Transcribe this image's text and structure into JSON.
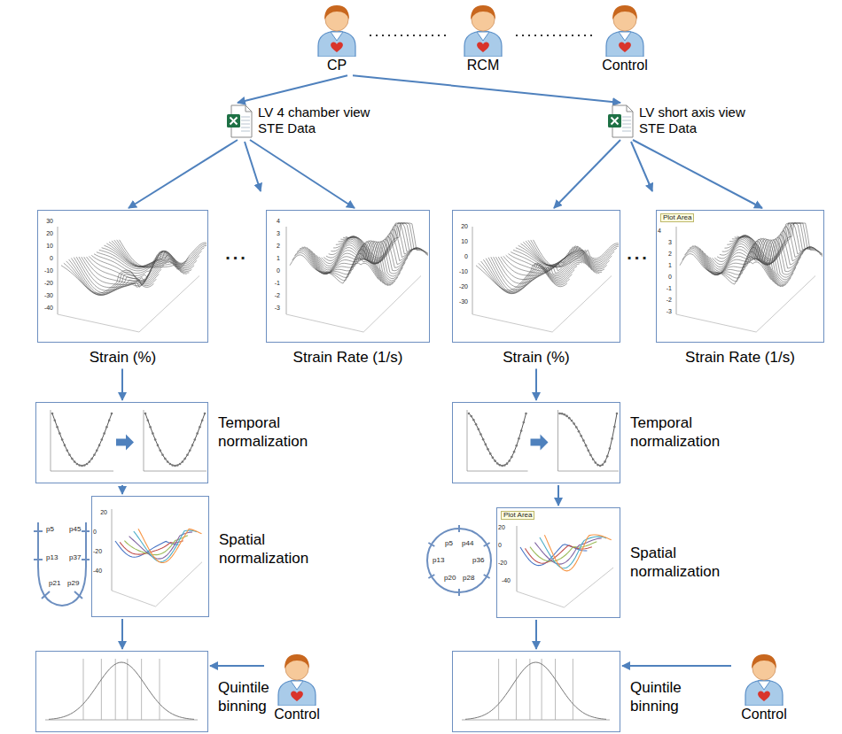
{
  "diagram": {
    "nodes": [
      {
        "text": [
          "CP"
        ]
      },
      {
        "text": [
          "RCM"
        ]
      },
      {
        "text": [
          "Control"
        ]
      },
      {
        "text": [
          "LV 4 chamber view STE Data"
        ]
      },
      {
        "text": [
          "LV short axis view STE Data"
        ]
      },
      {
        "text": [
          "Strain (%)"
        ]
      },
      {
        "text": [
          "Strain Rate (1/s)"
        ]
      },
      {
        "text": [
          "Strain (%)"
        ]
      },
      {
        "text": [
          "Strain Rate (1/s)"
        ]
      },
      {
        "text": [
          "Temporal normalization"
        ]
      },
      {
        "text": [
          "Temporal normalization"
        ]
      },
      {
        "text": [
          "Spatial normalization"
        ]
      },
      {
        "text": [
          "Spatial normalization"
        ]
      },
      {
        "text": [
          "Quintile binning"
        ]
      },
      {
        "text": [
          "Quintile binning"
        ]
      },
      {
        "text": [
          "Control"
        ]
      },
      {
        "text": [
          "Control"
        ]
      }
    ],
    "edges": [
      {
        "from": 0,
        "to": 1,
        "arrow": "none"
      },
      {
        "from": 1,
        "to": 2,
        "arrow": "none"
      },
      {
        "from": 0,
        "to": 3,
        "arrow": "to"
      },
      {
        "from": 0,
        "to": 4,
        "arrow": "to"
      },
      {
        "from": 3,
        "to": 5,
        "arrow": "to"
      },
      {
        "from": 3,
        "to": 6,
        "arrow": "to"
      },
      {
        "from": 4,
        "to": 7,
        "arrow": "to"
      },
      {
        "from": 4,
        "to": 8,
        "arrow": "to"
      },
      {
        "from": 5,
        "to": 9,
        "arrow": "to"
      },
      {
        "from": 9,
        "to": 11,
        "arrow": "to"
      },
      {
        "from": 11,
        "to": 13,
        "arrow": "to"
      },
      {
        "from": 15,
        "to": 13,
        "arrow": "to"
      },
      {
        "from": 7,
        "to": 10,
        "arrow": "to"
      },
      {
        "from": 10,
        "to": 12,
        "arrow": "to"
      },
      {
        "from": 12,
        "to": 14,
        "arrow": "to"
      },
      {
        "from": 16,
        "to": 14,
        "arrow": "to"
      }
    ],
    "labels": [
      "...",
      "...",
      "30",
      "20",
      "10",
      "0",
      "-10",
      "-20",
      "-30",
      "-40",
      "4",
      "3",
      "2",
      "1",
      "0",
      "-1",
      "-2",
      "-3",
      "20",
      "10",
      "0",
      "-10",
      "-20",
      "-30",
      "Plot Area",
      "4",
      "3",
      "2",
      "1",
      "0",
      "-1",
      "-2",
      "-3",
      "p5",
      "p45",
      "p13",
      "p37",
      "p21",
      "p29",
      "20",
      "0",
      "-20",
      "-40",
      "p5",
      "p44",
      "p13",
      "p36",
      "p20",
      "p28",
      "Plot Area",
      "20",
      "0",
      "-20",
      "-40"
    ]
  }
}
